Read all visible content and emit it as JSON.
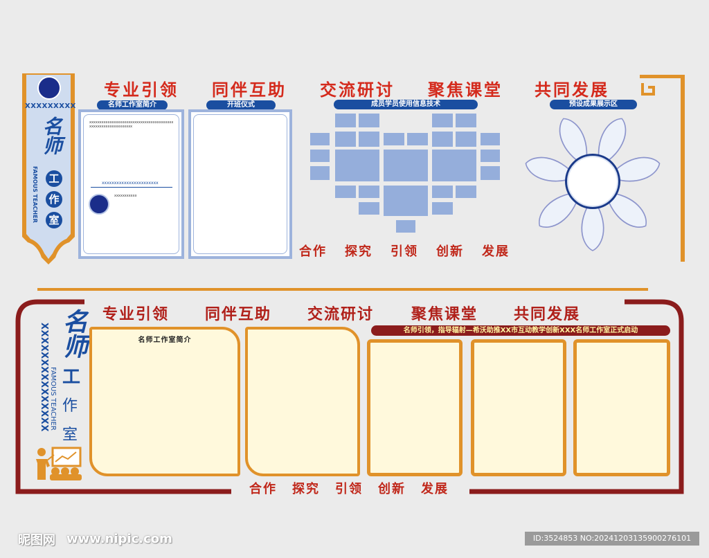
{
  "top": {
    "ribbon_code": "XXXXXXXXX",
    "ribbon_title": "名师",
    "ribbon_badges": [
      "工",
      "作",
      "室"
    ],
    "ribbon_english": "FAMOUS TEACHER",
    "slogans": [
      "专业引领",
      "同伴互助",
      "交流研讨",
      "聚焦课堂",
      "共同发展"
    ],
    "panel_titles": [
      "名师工作室简介",
      "开班仪式",
      "成员学员使用信息技术",
      "预设成果展示区"
    ],
    "intro_text_a": "xxxxxxxxxxxxxxxxxxxxxxxxxxxxxxxxxxxxxxxxx",
    "intro_text_b": "xxxxxxxxxxxxxxxxxxxxx",
    "intro_line": "xxxxxxxxxxxxxxxxxxxxxxx",
    "intro_small": "xxxxxxxxxxx",
    "motto": [
      "合作",
      "探究",
      "引领",
      "创新",
      "发展"
    ]
  },
  "bottom": {
    "title_big": "名师",
    "title_work": [
      "工",
      "作",
      "室"
    ],
    "english": "FAMOUS TEACHER",
    "code": "XXXXXXXXXXXXXXX",
    "slogans": [
      "专业引领",
      "同伴互助",
      "交流研讨",
      "聚焦课堂",
      "共同发展"
    ],
    "panel1_title": "名师工作室简介",
    "banner": "名师引领，指导辐射—希沃助推XX市互动教学创新XXX名师工作室正式启动",
    "motto": [
      "合作",
      "探究",
      "引领",
      "创新",
      "发展"
    ]
  },
  "watermark": {
    "logo": "昵图网",
    "url": "www.nipic.com",
    "id": "ID:3524853 NO:20241203135900276101"
  },
  "colors": {
    "blue": "#1a4ea0",
    "light_blue": "#9db3dc",
    "red": "#d42a1c",
    "orange": "#e0922a",
    "maroon": "#8b1c1c",
    "cream": "#fff9dc"
  }
}
